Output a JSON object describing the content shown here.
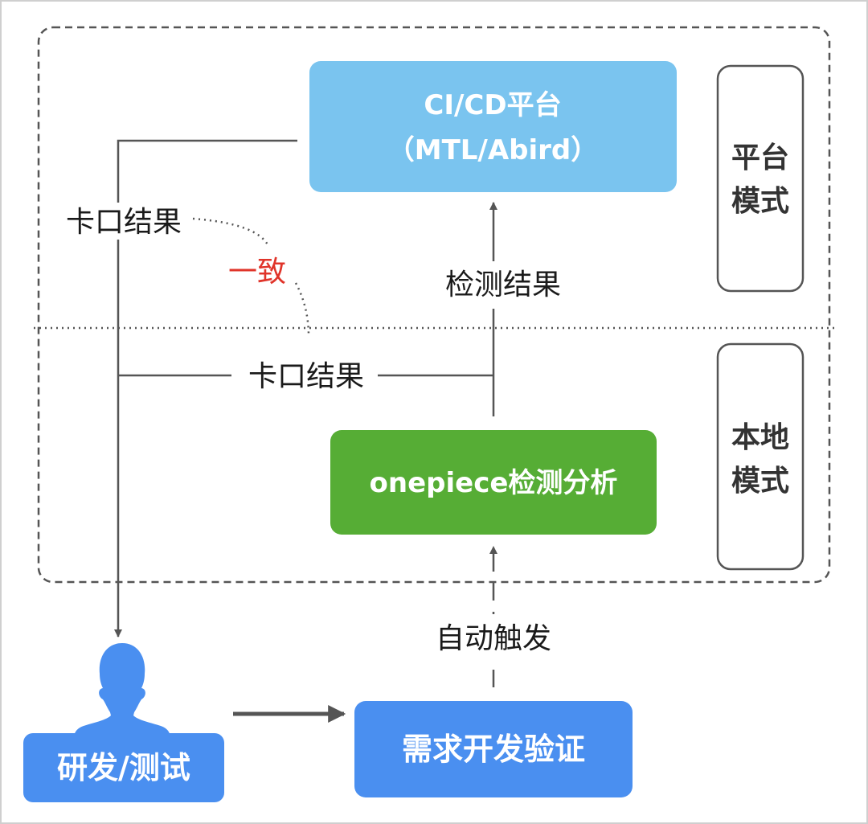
{
  "ci_platform": {
    "title": "CI/CD平台",
    "subtitle": "（MTL/Abird）"
  },
  "mode_platform": {
    "line1": "平台",
    "line2": "模式"
  },
  "mode_local": {
    "line1": "本地",
    "line2": "模式"
  },
  "label_gate_result_top": "卡口结果",
  "label_consistent": "一致",
  "label_detect_result": "检测结果",
  "label_gate_result_mid": "卡口结果",
  "onepiece": {
    "title": "onepiece检测分析"
  },
  "label_auto_trigger": "自动触发",
  "dev_box": {
    "title": "需求开发验证"
  },
  "person": {
    "label": "研发/测试",
    "icon": "person-icon"
  },
  "colors": {
    "ci_box": "#7ac4ef",
    "onepiece_box": "#56ad35",
    "dev_box": "#4a8ff0",
    "person": "#4a8ff0",
    "accent_red": "#e0342a"
  }
}
